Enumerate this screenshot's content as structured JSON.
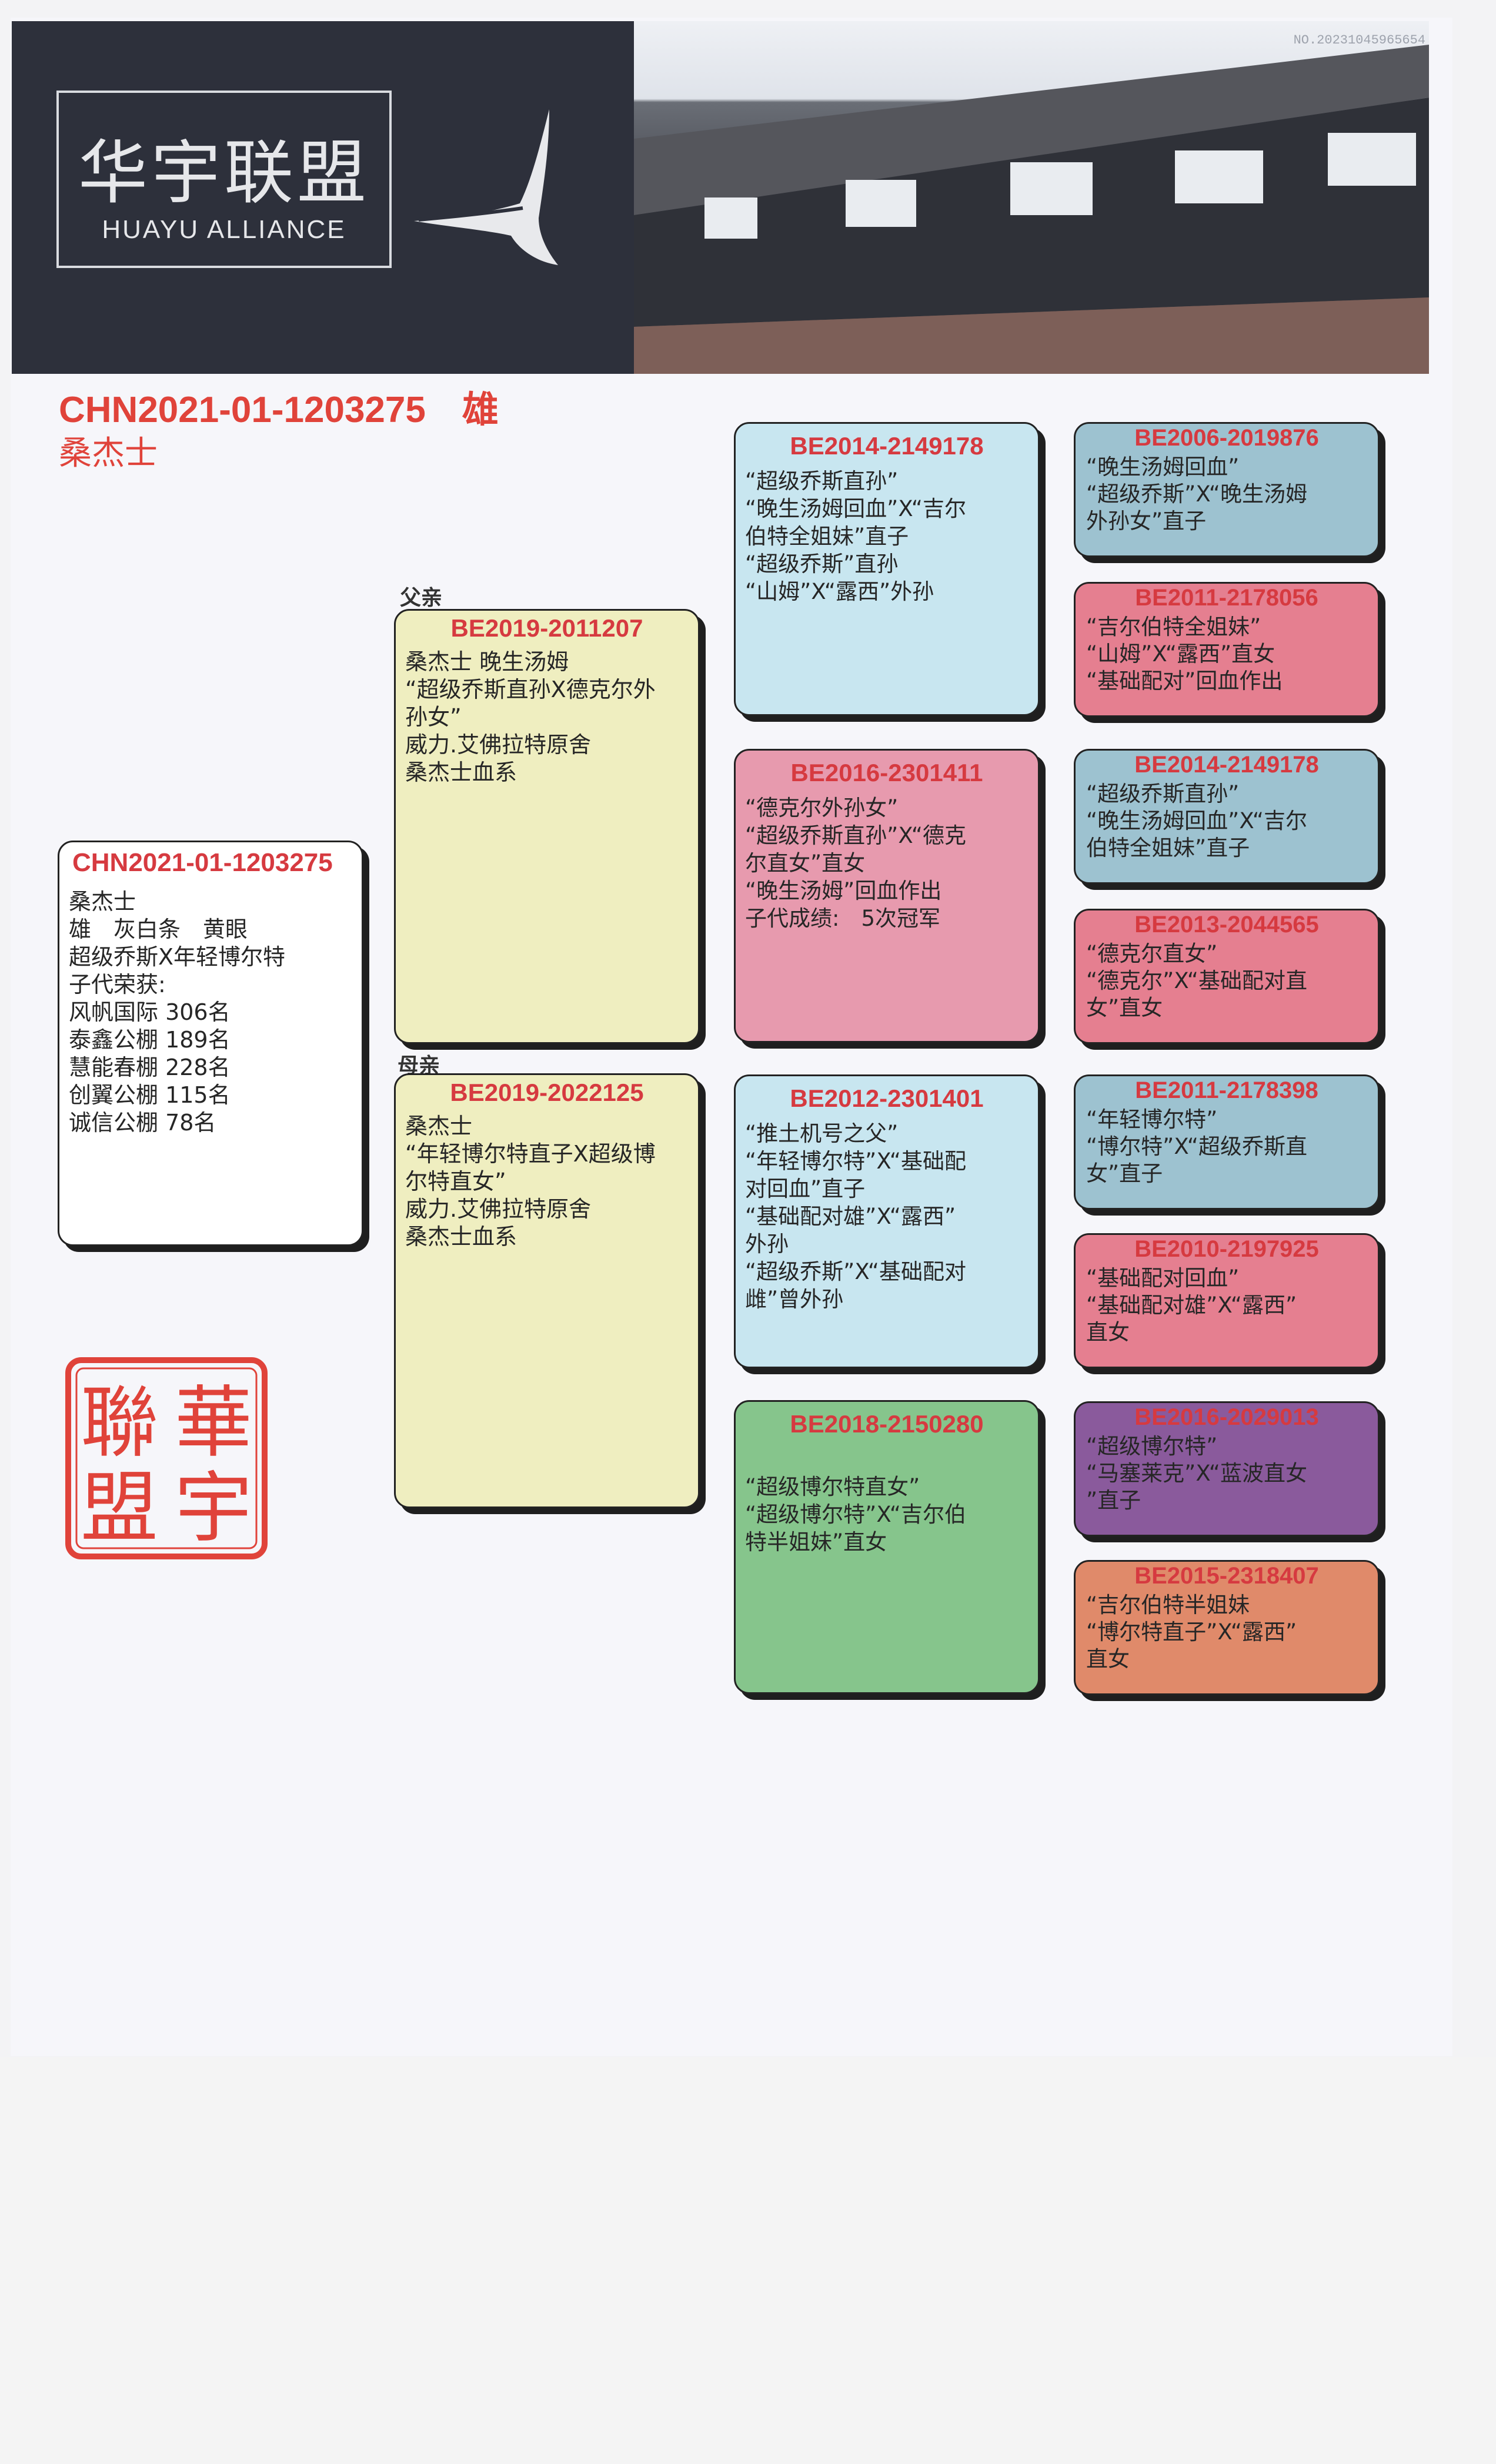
{
  "header": {
    "logo_cn": "华宇联盟",
    "logo_en": "HUAYU ALLIANCE",
    "photo_code": "NO.20231045965654",
    "colors": {
      "banner": "#2d303b",
      "logo_text": "#e6e7ea"
    }
  },
  "subject": {
    "ring": "CHN2021-01-1203275　雄",
    "name": "桑杰士"
  },
  "card": {
    "title": "CHN2021-01-1203275",
    "lines": [
      "桑杰士",
      "雄　灰白条　黄眼",
      "超级乔斯X年轻博尔特",
      "子代荣获:",
      "风帆国际 306名",
      "泰鑫公棚 189名",
      "慧能春棚 228名",
      "创翼公棚 115名",
      "诚信公棚 78名"
    ]
  },
  "sire_label": "父亲",
  "dam_label": "母亲",
  "sire": {
    "title": "BE2019-2011207",
    "lines": [
      "桑杰士 晚生汤姆",
      "“超级乔斯直孙X德克尔外",
      "孙女”",
      "威力.艾佛拉特原舍",
      "桑杰士血系"
    ]
  },
  "dam": {
    "title": "BE2019-2022125",
    "lines": [
      "桑杰士",
      "“年轻博尔特直子X超级博",
      "尔特直女”",
      "威力.艾佛拉特原舍",
      "桑杰士血系"
    ]
  },
  "grandparents": [
    {
      "title": "BE2014-2149178",
      "color": "#c8e6f0",
      "lines": [
        "“超级乔斯直孙”",
        "“晚生汤姆回血”X“吉尔",
        "伯特全姐妹”直子",
        "“超级乔斯”直孙",
        "“山姆”X“露西”外孙"
      ]
    },
    {
      "title": "BE2016-2301411",
      "color": "#e79aae",
      "lines": [
        "“德克尔外孙女”",
        "“超级乔斯直孙”X“德克",
        "尔直女”直女",
        "“晚生汤姆”回血作出",
        "子代成绩:　5次冠军"
      ]
    },
    {
      "title": "BE2012-2301401",
      "color": "#c8e6f0",
      "lines": [
        "“推土机号之父”",
        "“年轻博尔特”X“基础配",
        "对回血”直子",
        "“基础配对雄”X“露西”",
        "外孙",
        "“超级乔斯”X“基础配对",
        "雌”曾外孙"
      ]
    },
    {
      "title": "BE2018-2150280",
      "color": "#86c58c",
      "lines": [
        "",
        "“超级博尔特直女”",
        "“超级博尔特”X“吉尔伯",
        "特半姐妹”直女"
      ]
    }
  ],
  "great_grandparents": [
    {
      "title": "BE2006-2019876",
      "color": "#9dc2d0",
      "lines": [
        "“晚生汤姆回血”",
        "“超级乔斯”X“晚生汤姆",
        "外孙女”直子"
      ]
    },
    {
      "title": "BE2011-2178056",
      "color": "#e57f90",
      "lines": [
        "“吉尔伯特全姐妹”",
        "“山姆”X“露西”直女",
        "“基础配对”回血作出"
      ]
    },
    {
      "title": "BE2014-2149178",
      "color": "#9dc2d0",
      "lines": [
        "“超级乔斯直孙”",
        "“晚生汤姆回血”X“吉尔",
        "伯特全姐妹”直子"
      ]
    },
    {
      "title": "BE2013-2044565",
      "color": "#e57f90",
      "lines": [
        "“德克尔直女”",
        "“德克尔”X“基础配对直",
        "女”直女"
      ]
    },
    {
      "title": "BE2011-2178398",
      "color": "#9dc2d0",
      "lines": [
        "“年轻博尔特”",
        "“博尔特”X“超级乔斯直",
        "女”直子"
      ]
    },
    {
      "title": "BE2010-2197925",
      "color": "#e57f90",
      "lines": [
        "“基础配对回血”",
        "“基础配对雄”X“露西”",
        "直女"
      ]
    },
    {
      "title": "BE2016-2029013",
      "color": "#8a5a9c",
      "lines": [
        "“超级博尔特”",
        "“马塞莱克”X“蓝波直女",
        "”直子"
      ]
    },
    {
      "title": "BE2015-2318407",
      "color": "#e08a6a",
      "lines": [
        "“吉尔伯特半姐妹",
        "“博尔特直子”X“露西”",
        "直女"
      ]
    }
  ],
  "seal": {
    "chars": [
      "華",
      "宇",
      "聯",
      "盟"
    ],
    "color": "#e0433a"
  }
}
